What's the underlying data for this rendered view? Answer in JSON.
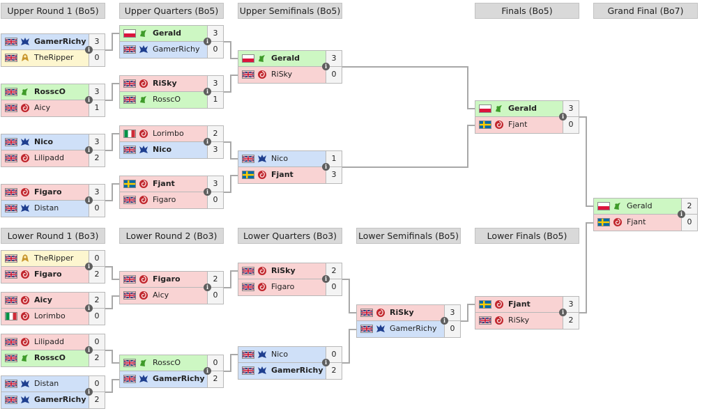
{
  "colors": {
    "zerg": "#f9d3d3",
    "protoss": "#fdf6cf",
    "terran": "#cfe0f8",
    "random": "#cdf7c3",
    "line": "#a8a8a8"
  },
  "info_icon": "i",
  "rounds": [
    {
      "label": "Upper Round 1 (Bo5)"
    },
    {
      "label": "Upper Quarters (Bo5)"
    },
    {
      "label": "Upper Semifinals (Bo5)"
    },
    {
      "label": "Finals (Bo5)"
    },
    {
      "label": "Grand Final (Bo7)"
    },
    {
      "label": "Lower Round 1 (Bo3)"
    },
    {
      "label": "Lower Round 2 (Bo3)"
    },
    {
      "label": "Lower Quarters (Bo3)"
    },
    {
      "label": "Lower Semifinals (Bo5)"
    },
    {
      "label": "Lower Finals (Bo5)"
    }
  ],
  "matches": [
    {
      "players": [
        {
          "name": "GamerRichy",
          "flag": "uk",
          "race": "terran",
          "score": "3",
          "winner": true
        },
        {
          "name": "TheRipper",
          "flag": "uk",
          "race": "protoss",
          "score": "0",
          "winner": false
        }
      ]
    },
    {
      "players": [
        {
          "name": "RossсO",
          "flag": "uk",
          "race": "random",
          "score": "3",
          "winner": true
        },
        {
          "name": "Aicy",
          "flag": "uk",
          "race": "zerg",
          "score": "1",
          "winner": false
        }
      ]
    },
    {
      "players": [
        {
          "name": "Nico",
          "flag": "uk",
          "race": "terran",
          "score": "3",
          "winner": true
        },
        {
          "name": "Lilipadd",
          "flag": "uk",
          "race": "zerg",
          "score": "2",
          "winner": false
        }
      ]
    },
    {
      "players": [
        {
          "name": "Figaro",
          "flag": "uk",
          "race": "zerg",
          "score": "3",
          "winner": true
        },
        {
          "name": "Distan",
          "flag": "uk",
          "race": "terran",
          "score": "0",
          "winner": false
        }
      ]
    },
    {
      "players": [
        {
          "name": "Gerald",
          "flag": "pl",
          "race": "random",
          "score": "3",
          "winner": true
        },
        {
          "name": "GamerRichy",
          "flag": "uk",
          "race": "terran",
          "score": "0",
          "winner": false
        }
      ]
    },
    {
      "players": [
        {
          "name": "RiSky",
          "flag": "uk",
          "race": "zerg",
          "score": "3",
          "winner": true
        },
        {
          "name": "RossсO",
          "flag": "uk",
          "race": "random",
          "score": "1",
          "winner": false
        }
      ]
    },
    {
      "players": [
        {
          "name": "Lorimbo",
          "flag": "it",
          "race": "zerg",
          "score": "2",
          "winner": false
        },
        {
          "name": "Nico",
          "flag": "uk",
          "race": "terran",
          "score": "3",
          "winner": true
        }
      ]
    },
    {
      "players": [
        {
          "name": "Fjant",
          "flag": "se",
          "race": "zerg",
          "score": "3",
          "winner": true
        },
        {
          "name": "Figaro",
          "flag": "uk",
          "race": "zerg",
          "score": "0",
          "winner": false
        }
      ]
    },
    {
      "players": [
        {
          "name": "Gerald",
          "flag": "pl",
          "race": "random",
          "score": "3",
          "winner": true
        },
        {
          "name": "RiSky",
          "flag": "uk",
          "race": "zerg",
          "score": "0",
          "winner": false
        }
      ]
    },
    {
      "players": [
        {
          "name": "Nico",
          "flag": "uk",
          "race": "terran",
          "score": "1",
          "winner": false
        },
        {
          "name": "Fjant",
          "flag": "se",
          "race": "zerg",
          "score": "3",
          "winner": true
        }
      ]
    },
    {
      "players": [
        {
          "name": "Gerald",
          "flag": "pl",
          "race": "random",
          "score": "3",
          "winner": true
        },
        {
          "name": "Fjant",
          "flag": "se",
          "race": "zerg",
          "score": "0",
          "winner": false
        }
      ]
    },
    {
      "players": [
        {
          "name": "Gerald",
          "flag": "pl",
          "race": "random",
          "score": "2",
          "winner": false
        },
        {
          "name": "Fjant",
          "flag": "se",
          "race": "zerg",
          "score": "0",
          "winner": false
        }
      ]
    },
    {
      "players": [
        {
          "name": "TheRipper",
          "flag": "uk",
          "race": "protoss",
          "score": "0",
          "winner": false
        },
        {
          "name": "Figaro",
          "flag": "uk",
          "race": "zerg",
          "score": "2",
          "winner": true
        }
      ]
    },
    {
      "players": [
        {
          "name": "Aicy",
          "flag": "uk",
          "race": "zerg",
          "score": "2",
          "winner": true
        },
        {
          "name": "Lorimbo",
          "flag": "it",
          "race": "zerg",
          "score": "0",
          "winner": false
        }
      ]
    },
    {
      "players": [
        {
          "name": "Lilipadd",
          "flag": "uk",
          "race": "zerg",
          "score": "0",
          "winner": false
        },
        {
          "name": "RossсO",
          "flag": "uk",
          "race": "random",
          "score": "2",
          "winner": true
        }
      ]
    },
    {
      "players": [
        {
          "name": "Distan",
          "flag": "uk",
          "race": "terran",
          "score": "0",
          "winner": false
        },
        {
          "name": "GamerRichy",
          "flag": "uk",
          "race": "terran",
          "score": "2",
          "winner": true
        }
      ]
    },
    {
      "players": [
        {
          "name": "Figaro",
          "flag": "uk",
          "race": "zerg",
          "score": "2",
          "winner": true
        },
        {
          "name": "Aicy",
          "flag": "uk",
          "race": "zerg",
          "score": "0",
          "winner": false
        }
      ]
    },
    {
      "players": [
        {
          "name": "RossсO",
          "flag": "uk",
          "race": "random",
          "score": "0",
          "winner": false
        },
        {
          "name": "GamerRichy",
          "flag": "uk",
          "race": "terran",
          "score": "2",
          "winner": true
        }
      ]
    },
    {
      "players": [
        {
          "name": "RiSky",
          "flag": "uk",
          "race": "zerg",
          "score": "2",
          "winner": true
        },
        {
          "name": "Figaro",
          "flag": "uk",
          "race": "zerg",
          "score": "0",
          "winner": false
        }
      ]
    },
    {
      "players": [
        {
          "name": "Nico",
          "flag": "uk",
          "race": "terran",
          "score": "0",
          "winner": false
        },
        {
          "name": "GamerRichy",
          "flag": "uk",
          "race": "terran",
          "score": "2",
          "winner": true
        }
      ]
    },
    {
      "players": [
        {
          "name": "RiSky",
          "flag": "uk",
          "race": "zerg",
          "score": "3",
          "winner": true
        },
        {
          "name": "GamerRichy",
          "flag": "uk",
          "race": "terran",
          "score": "0",
          "winner": false
        }
      ]
    },
    {
      "players": [
        {
          "name": "Fjant",
          "flag": "se",
          "race": "zerg",
          "score": "3",
          "winner": true
        },
        {
          "name": "RiSky",
          "flag": "uk",
          "race": "zerg",
          "score": "2",
          "winner": false
        }
      ]
    }
  ]
}
